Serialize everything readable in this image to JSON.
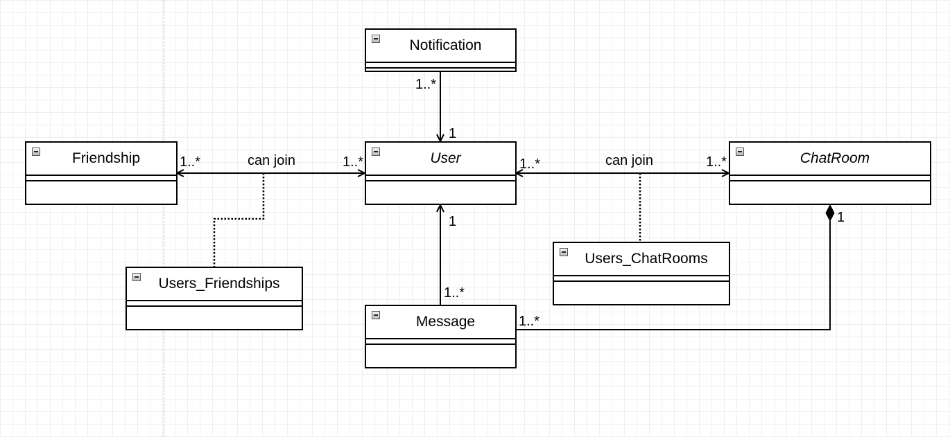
{
  "classes": {
    "notification": {
      "name": "Notification",
      "italic": false
    },
    "friendship": {
      "name": "Friendship",
      "italic": false
    },
    "user": {
      "name": "User",
      "italic": true
    },
    "chatroom": {
      "name": "ChatRoom",
      "italic": true
    },
    "users_friendships": {
      "name": "Users_Friendships",
      "italic": false
    },
    "users_chatrooms": {
      "name": "Users_ChatRooms",
      "italic": false
    },
    "message": {
      "name": "Message",
      "italic": false
    }
  },
  "associations": {
    "notification_user": {
      "source_mult": "1..*",
      "target_mult": "1"
    },
    "friendship_user": {
      "label": "can join",
      "left_mult": "1..*",
      "right_mult": "1..*"
    },
    "user_chatroom": {
      "label": "can join",
      "left_mult": "1..*",
      "right_mult": "1..*"
    },
    "message_user": {
      "source_mult": "1..*",
      "target_mult": "1"
    },
    "message_chatroom": {
      "source_mult": "1..*",
      "target_mult": "1",
      "kind": "composition"
    }
  },
  "association_classes": {
    "friendship_user": "Users_Friendships",
    "user_chatroom": "Users_ChatRooms"
  }
}
